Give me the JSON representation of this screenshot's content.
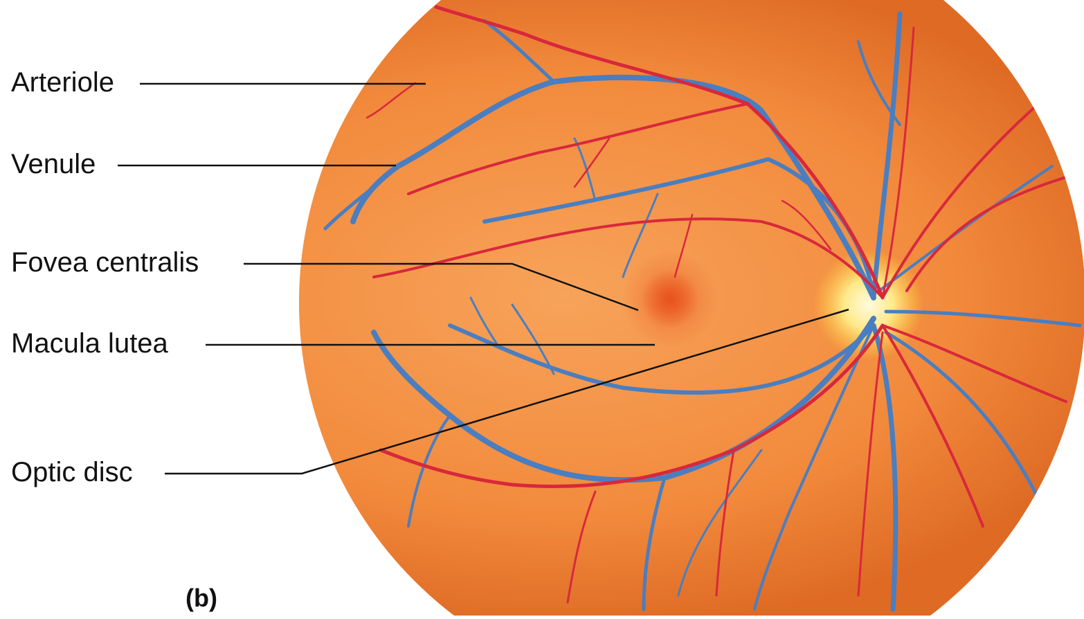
{
  "figure": {
    "panel_letter": "(b)",
    "labels": [
      {
        "id": "arteriole",
        "text": "Arteriole"
      },
      {
        "id": "venule",
        "text": "Venule"
      },
      {
        "id": "fovea",
        "text": "Fovea centralis"
      },
      {
        "id": "macula",
        "text": "Macula lutea"
      },
      {
        "id": "optic",
        "text": "Optic disc"
      }
    ]
  },
  "colors": {
    "retina_light": "#f7a35a",
    "retina_mid": "#f28a3c",
    "retina_edge": "#de6a24",
    "fovea": "#e9521e",
    "disc_center": "#fffbe0",
    "disc_glow": "#ffd43a",
    "arteriole": "#d8283c",
    "venule": "#4a7ec0",
    "leader": "#111111",
    "text": "#111111"
  }
}
